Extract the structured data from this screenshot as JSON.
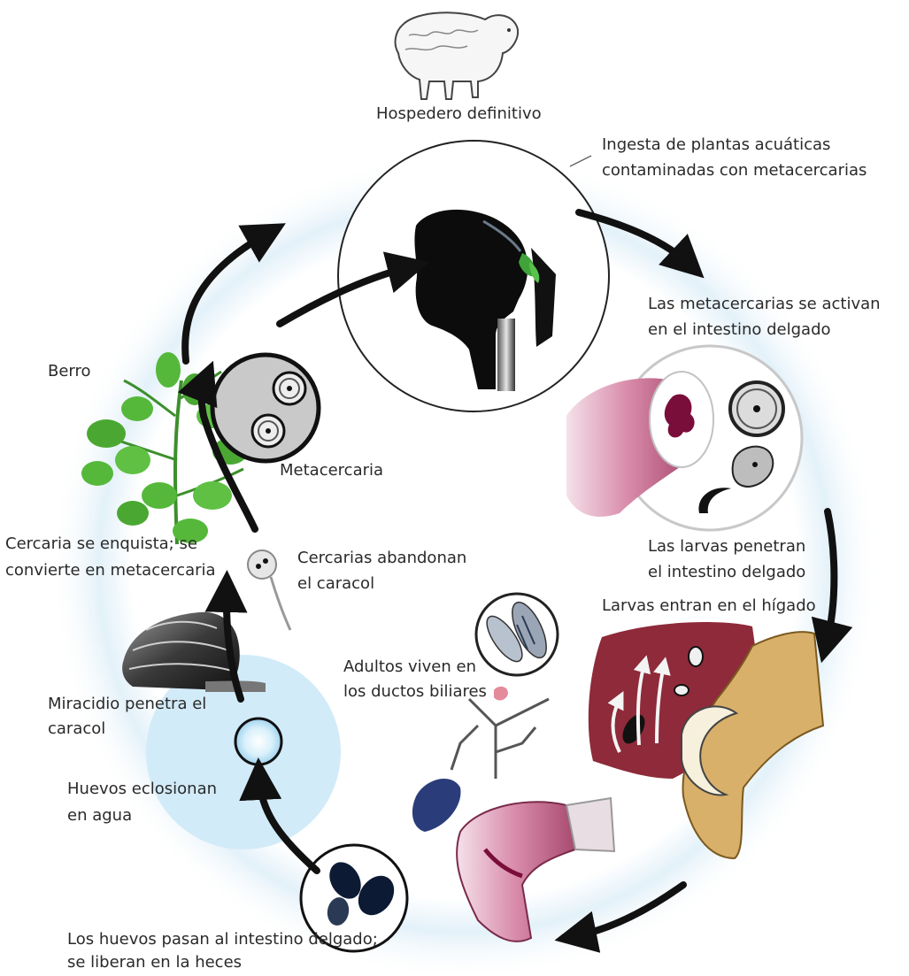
{
  "labels": {
    "hospedero": "Hospedero definitivo",
    "ingesta_1": "Ingesta de plantas acuáticas",
    "ingesta_2": "contaminadas con metacercarias",
    "activan_1": "Las metacercarias se activan",
    "activan_2": "en el intestino delgado",
    "larvas_penetran_1": "Las larvas penetran",
    "larvas_penetran_2": "el intestino delgado",
    "larvas_higado": "Larvas entran en el hígado",
    "adultos_1": "Adultos viven en",
    "adultos_2": "los ductos biliares",
    "huevos_pasan_1": "Los huevos pasan al intestino delgado;",
    "huevos_pasan_2": "se liberan en la heces",
    "eclosionan_1": "Huevos eclosionan",
    "eclosionan_2": "en agua",
    "miracidio_1": "Miracidio penetra el",
    "miracidio_2": "caracol",
    "enquista_1": "Cercaria se enquista; se",
    "enquista_2": "convierte en metacercaria",
    "cercarias_1": "Cercarias abandonan",
    "cercarias_2": "el caracol",
    "metacercaria": "Metacercaria",
    "berro": "Berro"
  },
  "colors": {
    "cycle_ring": "#e3f1f9",
    "water": "#cfe8f6",
    "arrow": "#111111",
    "plant": "#55b83a",
    "liver": "#8e2a3a",
    "intestine": "#d9b06a",
    "gut_pink": "#c97a97"
  },
  "icons": [
    "sheep-icon",
    "mouth-icon",
    "intestine-icon",
    "liver-icon",
    "biliary-icon",
    "egg-icon",
    "miracidium-icon",
    "snail-icon",
    "cercaria-icon",
    "metacercaria-icon",
    "watercress-icon"
  ]
}
